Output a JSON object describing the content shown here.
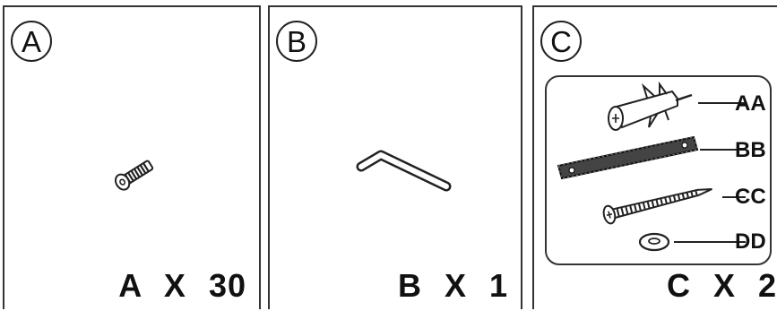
{
  "panels": {
    "a": {
      "letter": "A",
      "quantity": "A X 30"
    },
    "b": {
      "letter": "B",
      "quantity": "B X 1"
    },
    "c": {
      "letter": "C",
      "quantity": "C X 2",
      "parts": [
        {
          "code": "AA",
          "icon": "wall-anchor-icon"
        },
        {
          "code": "BB",
          "icon": "mounting-strap-icon"
        },
        {
          "code": "CC",
          "icon": "wood-screw-icon"
        },
        {
          "code": "DD",
          "icon": "washer-icon"
        }
      ]
    }
  }
}
